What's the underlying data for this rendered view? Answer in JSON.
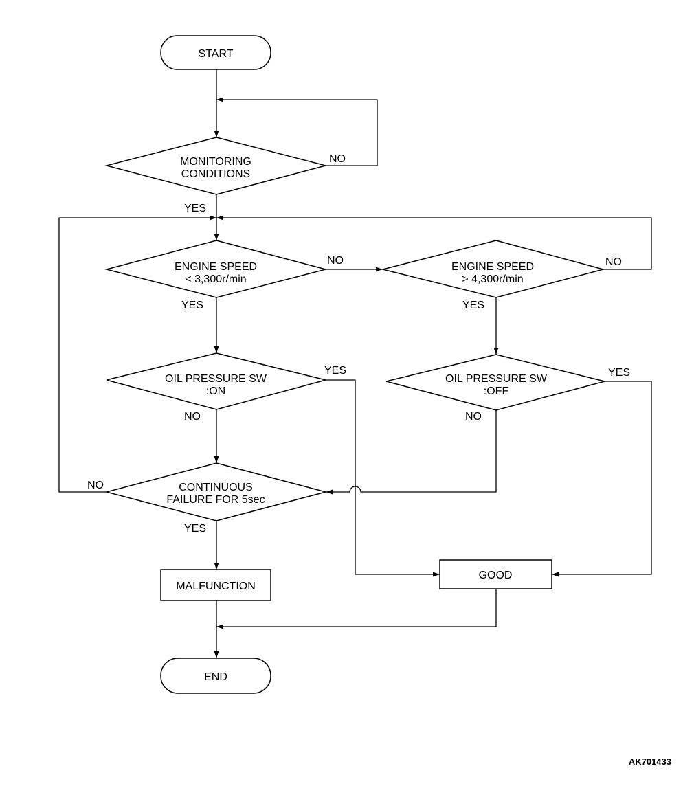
{
  "diagram": {
    "nodes": {
      "start": {
        "line1": "START"
      },
      "monitoring": {
        "line1": "MONITORING",
        "line2": "CONDITIONS"
      },
      "speed_low": {
        "line1": "ENGINE SPEED",
        "line2": "< 3,300r/min"
      },
      "speed_high": {
        "line1": "ENGINE SPEED",
        "line2": "> 4,300r/min"
      },
      "oil_on": {
        "line1": "OIL PRESSURE SW",
        "line2": ":ON"
      },
      "oil_off": {
        "line1": "OIL PRESSURE SW",
        "line2": ":OFF"
      },
      "continuous": {
        "line1": "CONTINUOUS",
        "line2": "FAILURE FOR 5sec"
      },
      "malfunction": {
        "line1": "MALFUNCTION"
      },
      "good": {
        "line1": "GOOD"
      },
      "end": {
        "line1": "END"
      }
    },
    "edge_labels": {
      "monitoring_no": "NO",
      "monitoring_yes": "YES",
      "speed_low_no": "NO",
      "speed_low_yes": "YES",
      "speed_high_no": "NO",
      "speed_high_yes": "YES",
      "oil_on_yes": "YES",
      "oil_on_no": "NO",
      "oil_off_yes": "YES",
      "oil_off_no": "NO",
      "continuous_no": "NO",
      "continuous_yes": "YES"
    },
    "reference_code": "AK701433"
  }
}
